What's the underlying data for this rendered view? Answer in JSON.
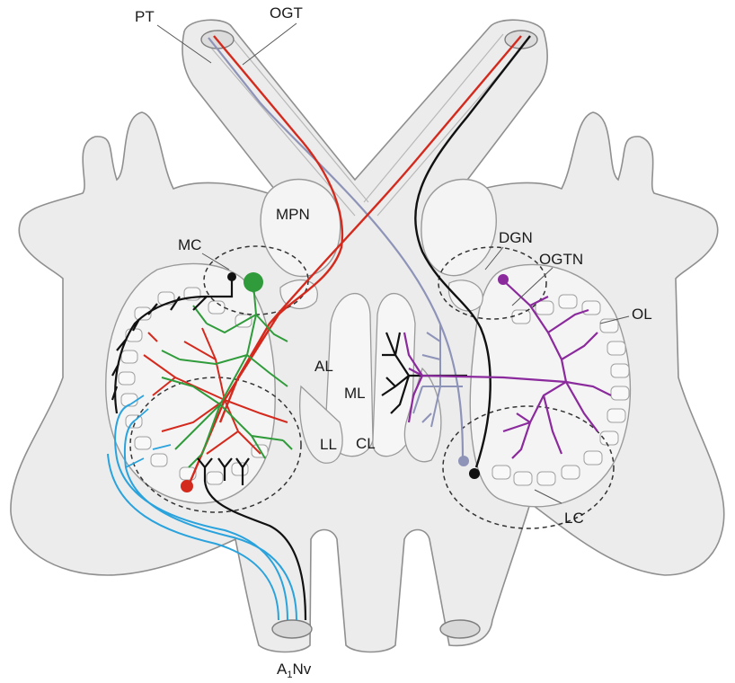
{
  "labels": {
    "pt": "PT",
    "ogt": "OGT",
    "mpn": "MPN",
    "mc": "MC",
    "dgn": "DGN",
    "ogtn": "OGTN",
    "ol": "OL",
    "al": "AL",
    "ml": "ML",
    "ll": "LL",
    "cl": "CL",
    "lc": "LC",
    "a1nv_prefix": "A",
    "a1nv_subscript": "1",
    "a1nv_suffix": "Nv"
  },
  "colors": {
    "tissue_fill": "#ececec",
    "tissue_outline": "#8f8f8f",
    "lobe_fill": "#f4f4f4",
    "red_neuron": "#d42a1e",
    "green_neuron": "#2f9b3a",
    "black_neuron": "#111111",
    "blue_nerve": "#2aa3dd",
    "purple_neuron": "#8a2a9c",
    "gray_blue_neuron": "#8e93b8"
  }
}
